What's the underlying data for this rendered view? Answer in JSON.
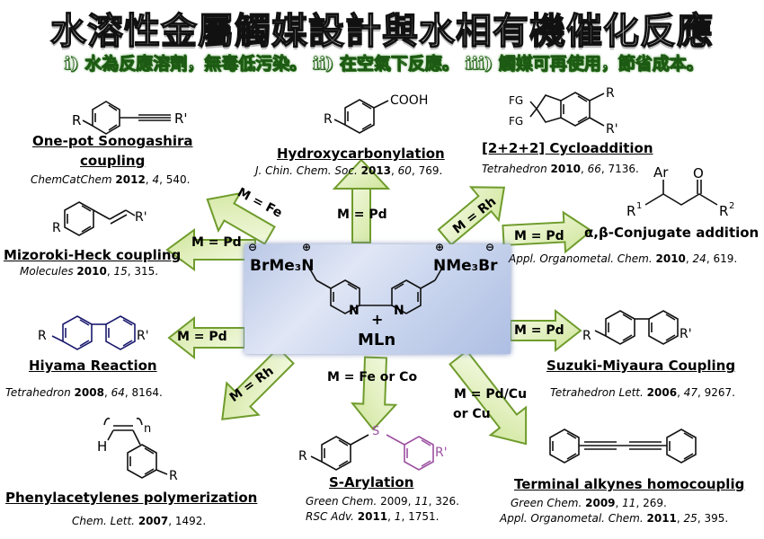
{
  "title": "水溶性金屬觸媒設計與水相有機催化反應",
  "subtitle": "i) 水為反應溶劑，無毒低污染。 ii) 在空氣下反應。 iii) 觸媒可再使用，節省成本。",
  "catalyst": {
    "left_group": "BrMe₃N",
    "right_group": "NMe₃Br",
    "charge_minus": "⊖",
    "charge_plus": "⊕",
    "plus": "+",
    "N": "N",
    "metal": "MLn"
  },
  "reactions": [
    {
      "id": "sonogashira",
      "name_line1": "One-pot Sonogashira",
      "name_line2": "coupling",
      "journal": "ChemCatChem",
      "year": "2012",
      "volume": "4",
      "page": "540.",
      "metal": "M = Fe"
    },
    {
      "id": "hydroxycarbonylation",
      "name": "Hydroxycarbonylation",
      "journal": "J. Chin. Chem. Soc.",
      "year": "2013",
      "volume": "60",
      "page": "769.",
      "metal": "M = Pd"
    },
    {
      "id": "cycloaddition",
      "name": "[2+2+2] Cycloaddition",
      "journal": "Tetrahedron",
      "year": "2010",
      "volume": "66",
      "page": "7136.",
      "metal": "M = Rh"
    },
    {
      "id": "conjugate",
      "name": "α,β-Conjugate addition",
      "journal": "Appl. Organometal. Chem.",
      "year": "2010",
      "volume": "24",
      "page": "619.",
      "metal": "M = Pd"
    },
    {
      "id": "heck",
      "name": "Mizoroki-Heck coupling",
      "journal": "Molecules",
      "year": "2010",
      "volume": "15",
      "page": "315.",
      "metal": "M = Pd"
    },
    {
      "id": "hiyama",
      "name": "Hiyama Reaction",
      "journal": "Tetrahedron",
      "year": "2008",
      "volume": "64",
      "page": "8164.",
      "metal": "M = Pd"
    },
    {
      "id": "suzuki",
      "name": "Suzuki-Miyaura Coupling",
      "journal": "Tetrahedron Lett.",
      "year": "2006",
      "volume": "47",
      "page": "9267.",
      "metal": "M = Pd"
    },
    {
      "id": "polymerization",
      "name": "Phenylacetylenes polymerization",
      "journal": "Chem. Lett.",
      "year": "2007",
      "volume": "",
      "page": "1492.",
      "metal": "M = Rh"
    },
    {
      "id": "sarylation",
      "name": "S-Arylation",
      "journal": "Green Chem.",
      "year": "2009",
      "volume": "11",
      "page": "326.",
      "journal2": "RSC Adv.",
      "year2": "2011",
      "volume2": "1",
      "page2": "1751.",
      "metal": "M = Fe or Co"
    },
    {
      "id": "homocoupling",
      "name": "Terminal alkynes homocouplig",
      "journal": "Green Chem.",
      "year": "2009",
      "volume": "11",
      "page": "269.",
      "journal2": "Appl. Organometal. Chem.",
      "year2": "2011",
      "volume2": "25",
      "page2": "395.",
      "metal_line1": "M = Pd/Cu",
      "metal_line2": "or Cu"
    }
  ],
  "structures": {
    "R": "R",
    "R_prime": "R'",
    "R1": "R",
    "sup1": "1",
    "R2": "R",
    "sup2": "2",
    "Ar": "Ar",
    "O": "O",
    "FG": "FG",
    "COOH": "COOH",
    "S": "S",
    "H": "H",
    "n": "n"
  },
  "colors": {
    "arrow_fill": "#e6f2c2",
    "arrow_stroke": "#6f9c2c",
    "title_outline": "#111111",
    "subtitle_glow": "#3a8f2a",
    "center_bg": "#c9d5ee",
    "s_aryl_highlight": "#9b4fa0"
  }
}
